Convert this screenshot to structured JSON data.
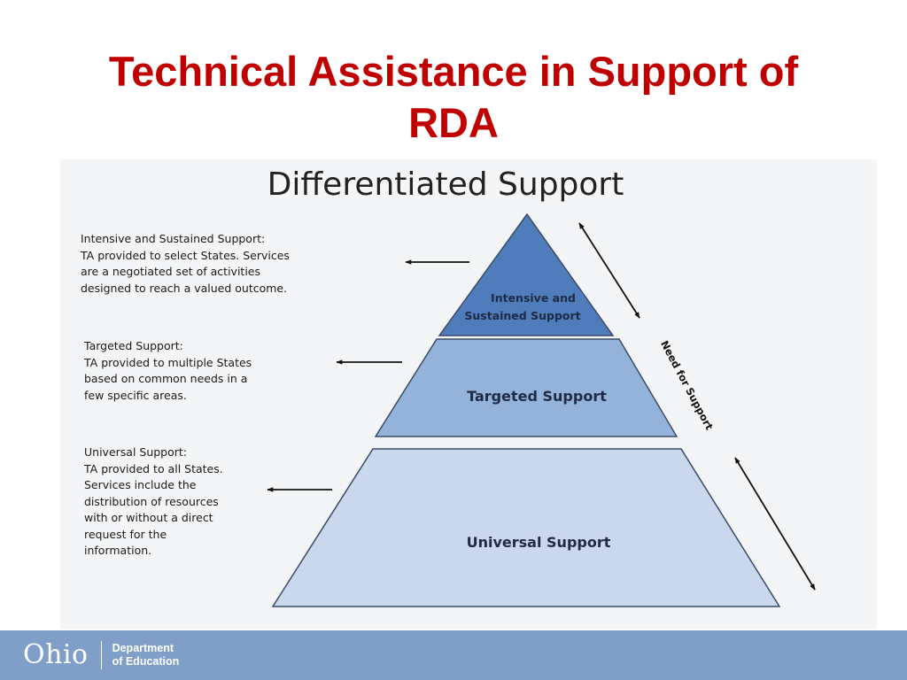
{
  "slide": {
    "title_line1": "Technical Assistance in Support of",
    "title_line2": "RDA"
  },
  "diagram": {
    "heading": "Differentiated Support",
    "side_label": "Need for Support",
    "tiers": [
      {
        "label_lines": [
          "Intensive and",
          "Sustained Support"
        ],
        "color": "#4f7cba",
        "desc_heading": "Intensive and Sustained Support:",
        "desc_lines": [
          "TA provided to select States. Services",
          "are a negotiated set of activities",
          "designed to reach a valued outcome."
        ]
      },
      {
        "label_lines": [
          "Targeted Support"
        ],
        "color": "#94b3da",
        "desc_heading": "Targeted Support:",
        "desc_lines": [
          "TA provided to multiple States",
          "based on common needs in a",
          "few specific areas."
        ]
      },
      {
        "label_lines": [
          "Universal Support"
        ],
        "color": "#c9d8ed",
        "desc_heading": "Universal Support:",
        "desc_lines": [
          "TA provided to all States.",
          "Services include the",
          "distribution of resources",
          "with or without a direct",
          "request for the",
          "information."
        ]
      }
    ]
  },
  "footer": {
    "logo_word": "Ohio",
    "dept_line1": "Department",
    "dept_line2": "of Education",
    "background": "#7f9ec8"
  },
  "colors": {
    "title": "#c00000",
    "outline": "#3a4a66"
  }
}
